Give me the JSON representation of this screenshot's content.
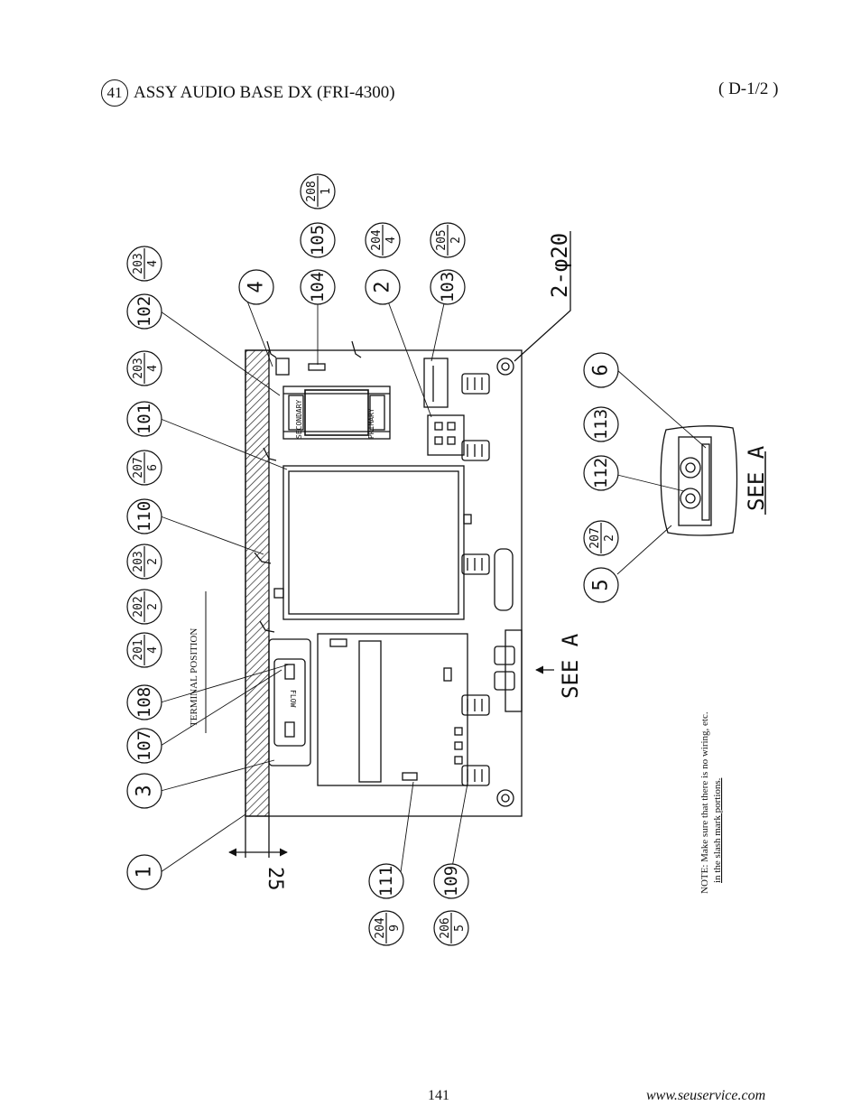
{
  "header": {
    "number": "41",
    "title": "ASSY AUDIO BASE DX (FRI-4300)",
    "sheet": "( D-1/2 )"
  },
  "footer": {
    "page": "141",
    "site": "www.seuservice.com"
  },
  "labels": {
    "terminal": "TERMINAL POSITION",
    "note_line1": "NOTE:  Make sure that there is no wiring, etc.",
    "note_line2": "in the slash mark portions.",
    "see_a_main": "SEE A",
    "see_a_detail": "SEE A",
    "dim_25": "25",
    "holes": "2-φ20",
    "secondary": "SECONDARY",
    "primary": "PRIMARY",
    "flow": "FLOW"
  },
  "balloons": {
    "b1": "1",
    "b3": "3",
    "b107": "107",
    "b108": "108",
    "b110": "110",
    "b101": "101",
    "b102": "102",
    "b4": "4",
    "b104": "104",
    "b105": "105",
    "b2": "2",
    "b103": "103",
    "b111": "111",
    "b109": "109",
    "b5": "5",
    "b112": "112",
    "b113": "113",
    "b6": "6"
  },
  "fractions": {
    "f201": {
      "top": "201",
      "bot": "4"
    },
    "f202": {
      "top": "202",
      "bot": "2"
    },
    "f203a": {
      "top": "203",
      "bot": "2"
    },
    "f207a": {
      "top": "207",
      "bot": "6"
    },
    "f203b": {
      "top": "203",
      "bot": "4"
    },
    "f203c": {
      "top": "203",
      "bot": "4"
    },
    "f208": {
      "top": "208",
      "bot": "1"
    },
    "f204a": {
      "top": "204",
      "bot": "4"
    },
    "f205": {
      "top": "205",
      "bot": "2"
    },
    "f204b": {
      "top": "204",
      "bot": "9"
    },
    "f206": {
      "top": "206",
      "bot": "5"
    },
    "f207b": {
      "top": "207",
      "bot": "2"
    }
  }
}
